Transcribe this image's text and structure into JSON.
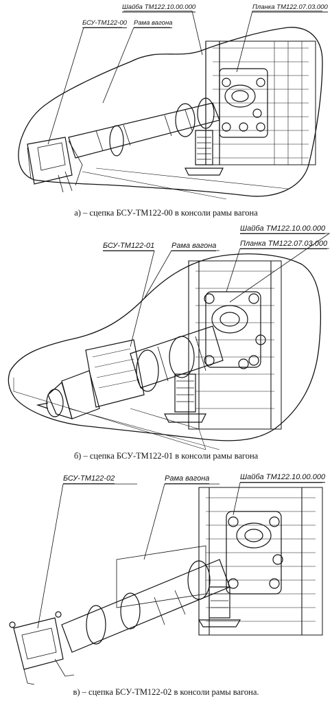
{
  "panels": [
    {
      "caption": "а) – сцепка БСУ-ТМ122-00 в консоли рамы вагона",
      "labels": {
        "coupler": "БСУ-ТМ122-00",
        "frame": "Рама вагона",
        "washer": "Шайба ТМ122.10.00.000",
        "plate": "Планка ТМ122.07.03.000"
      }
    },
    {
      "caption": "б) – сцепка БСУ-ТМ122-01 в консоли рамы вагона",
      "labels": {
        "coupler": "БСУ-ТМ122-01",
        "frame": "Рама вагона",
        "washer": "Шайба ТМ122.10.00.000",
        "plate": "Планка ТМ122.07.03.000"
      }
    },
    {
      "caption": "в) – сцепка БСУ-ТМ122-02 в консоли рамы вагона.",
      "labels": {
        "coupler": "БСУ-ТМ122-02",
        "frame": "Рама вагона",
        "washer": "Шайба ТМ122.10.00.000"
      }
    }
  ]
}
